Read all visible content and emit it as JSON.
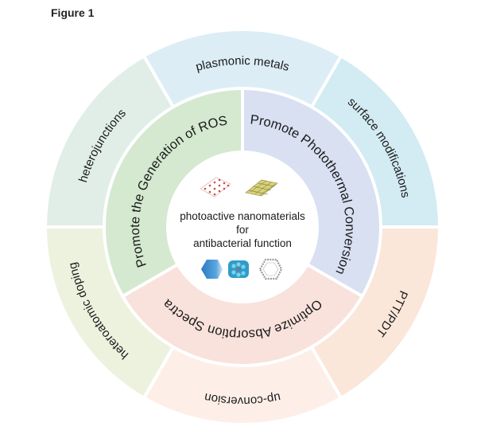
{
  "figure": {
    "title": "Figure 1"
  },
  "center": {
    "lines": [
      "photoactive nanomaterials",
      "for",
      "antibacterial function"
    ],
    "icons": [
      "lattice-sheet-red-icon",
      "lattice-sheet-gold-icon",
      "blue-hexagon-nanosheet-icon",
      "blue-porous-framework-icon",
      "grey-ring-molecule-icon"
    ]
  },
  "inner_ring": [
    {
      "label": "Promote the Generation of ROS",
      "color": "#d4e9d0"
    },
    {
      "label": "Promote Photothermal Conversion",
      "color": "#d8e0f2"
    },
    {
      "label": "Optimize Absorption Spectra",
      "color": "#f9e1dc"
    }
  ],
  "outer_ring": [
    {
      "label": "heterojunctions",
      "color": "#e1eee8"
    },
    {
      "label": "plasmonic metals",
      "color": "#dcedf6"
    },
    {
      "label": "surface modifications",
      "color": "#d3ebf2"
    },
    {
      "label": "PTT/PDT",
      "color": "#fbe6da"
    },
    {
      "label": "up-conversion",
      "color": "#fdefe8"
    },
    {
      "label": "heteroatomic doping",
      "color": "#edf2df"
    }
  ]
}
